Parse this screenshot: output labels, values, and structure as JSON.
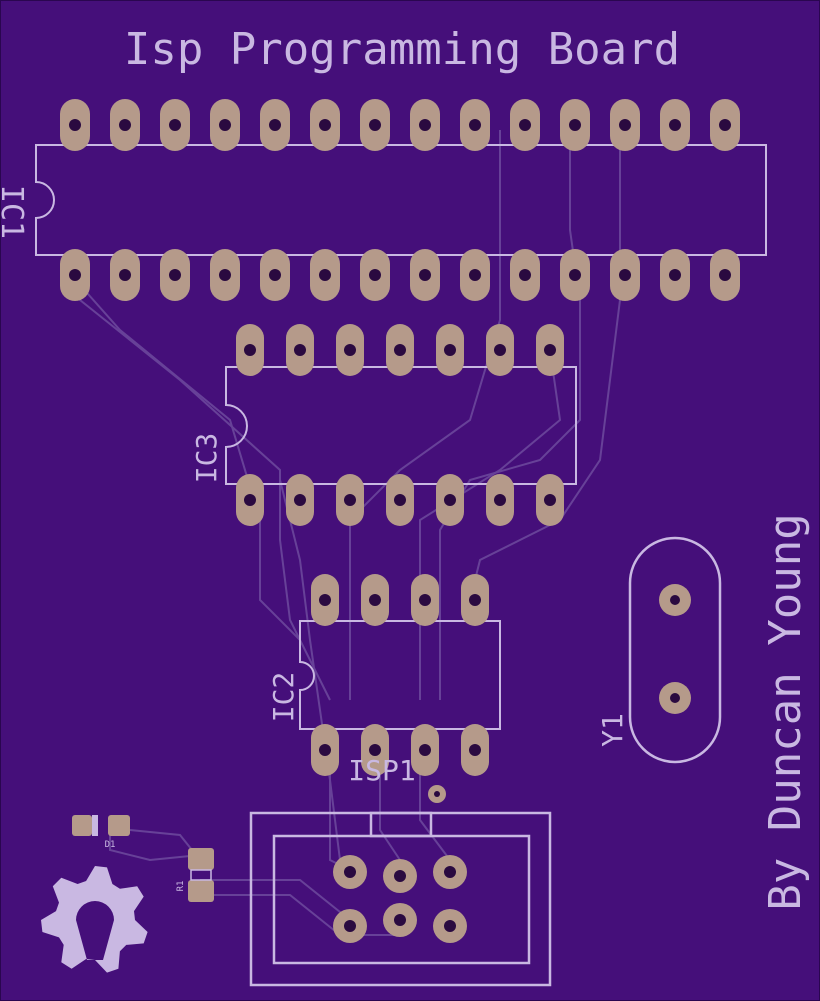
{
  "board": {
    "title": "Isp Programming Board",
    "author": "By Duncan Young",
    "colors": {
      "board": "#450f7a",
      "silkscreen": "#c9b8e2",
      "trace": "#6e4a9e",
      "pad": "#b59a8a",
      "drill": "#2a0a40"
    }
  },
  "components": {
    "ic1": {
      "label": "IC1",
      "pins_per_side": 14
    },
    "ic3": {
      "label": "IC3",
      "pins_per_side": 7
    },
    "ic2": {
      "label": "IC2",
      "pins_per_side": 4
    },
    "isp": {
      "label": "ISP1",
      "pins": 6
    },
    "y1": {
      "label": "Y1",
      "pins": 2
    },
    "d1": {
      "label": "D1"
    },
    "r1": {
      "label": "R1"
    },
    "logo": {
      "icon": "open-hardware-gear-icon"
    }
  }
}
